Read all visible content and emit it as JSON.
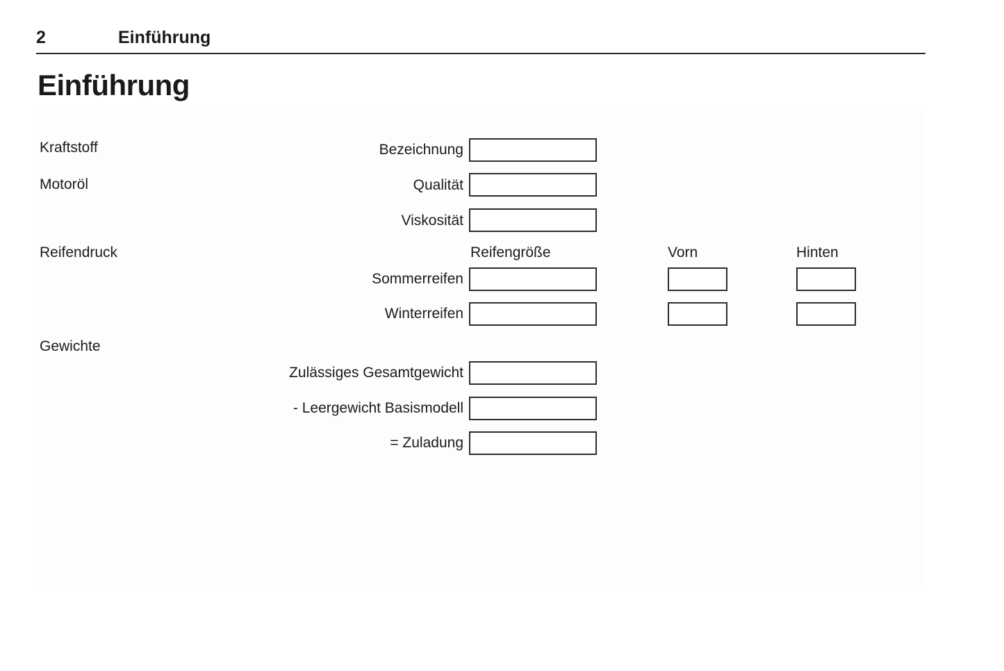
{
  "header": {
    "page_number": "2",
    "title": "Einführung"
  },
  "chapter": {
    "title": "Einführung"
  },
  "sections": {
    "fuel": {
      "label": "Kraftstoff",
      "rows": [
        {
          "label": "Bezeichnung",
          "value": ""
        }
      ]
    },
    "engine_oil": {
      "label": "Motoröl",
      "rows": [
        {
          "label": "Qualität",
          "value": ""
        },
        {
          "label": "Viskosität",
          "value": ""
        }
      ]
    },
    "tyre_pressure": {
      "label": "Reifendruck",
      "columns": [
        "Reifengröße",
        "Vorn",
        "Hinten"
      ],
      "rows": [
        {
          "label": "Sommerreifen",
          "size": "",
          "front": "",
          "rear": ""
        },
        {
          "label": "Winterreifen",
          "size": "",
          "front": "",
          "rear": ""
        }
      ]
    },
    "weights": {
      "label": "Gewichte",
      "rows": [
        {
          "label": "Zulässiges Gesamtgewicht",
          "value": ""
        },
        {
          "label": "- Leergewicht Basismodell",
          "value": ""
        },
        {
          "label": "= Zuladung",
          "value": ""
        }
      ]
    }
  },
  "colors": {
    "text": "#1a1a1a",
    "rule": "#2b2b2b",
    "box_border": "#2b2b2b",
    "panel_background": "#fffdfb",
    "page_background": "#ffffff"
  }
}
